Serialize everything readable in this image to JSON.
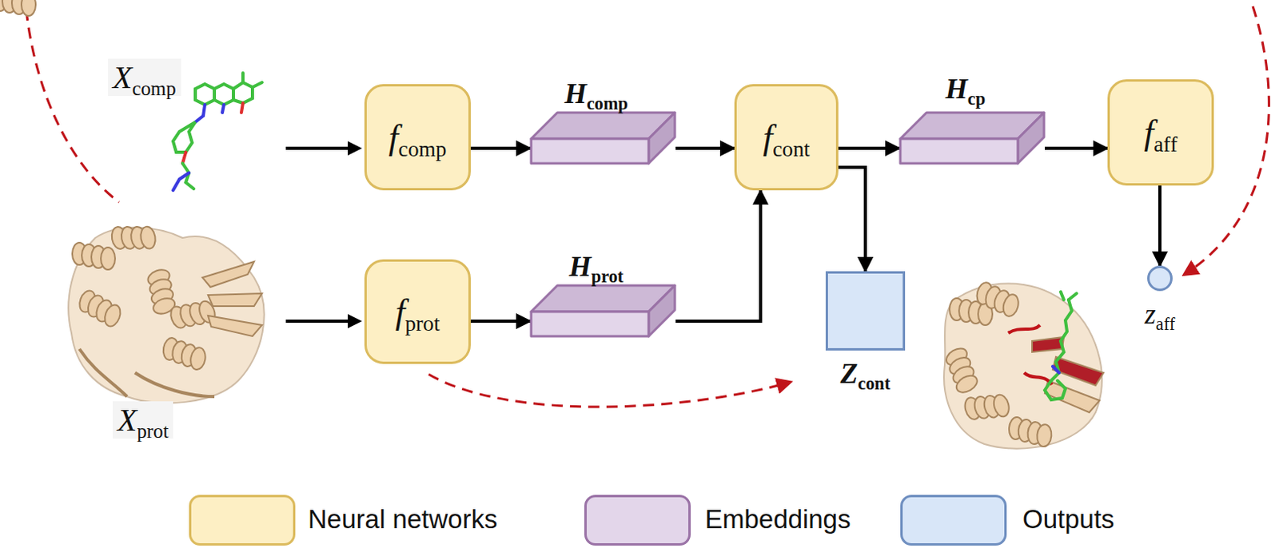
{
  "diagram": {
    "nodes": [
      {
        "text": [
          "fcomp"
        ]
      },
      {
        "text": [
          "Hcomp"
        ]
      },
      {
        "text": [
          "fcont"
        ]
      },
      {
        "text": [
          "Hcp"
        ]
      },
      {
        "text": [
          "faff"
        ]
      },
      {
        "text": [
          "fprot"
        ]
      },
      {
        "text": [
          "Hprot"
        ]
      },
      {
        "text": [
          "Zcont"
        ]
      },
      {
        "text": [
          "zaff"
        ]
      }
    ],
    "edges": [
      {
        "from": 0,
        "to": 1,
        "arrow": "to"
      },
      {
        "from": 1,
        "to": 2,
        "arrow": "to"
      },
      {
        "from": 2,
        "to": 3,
        "arrow": "to"
      },
      {
        "from": 3,
        "to": 4,
        "arrow": "to"
      },
      {
        "from": 5,
        "to": 6,
        "arrow": "to"
      },
      {
        "from": 6,
        "to": 2,
        "arrow": "to"
      },
      {
        "from": 2,
        "to": 7,
        "arrow": "to"
      },
      {
        "from": 4,
        "to": 8,
        "arrow": "to"
      }
    ],
    "labels": [
      "Xcomp",
      "Xprot"
    ],
    "legend": [
      {
        "text": "Neural networks",
        "color": "#fdefc4"
      },
      {
        "text": "Embeddings",
        "color": "#e3d6ea"
      },
      {
        "text": "Outputs",
        "color": "#d8e6f8"
      }
    ]
  }
}
